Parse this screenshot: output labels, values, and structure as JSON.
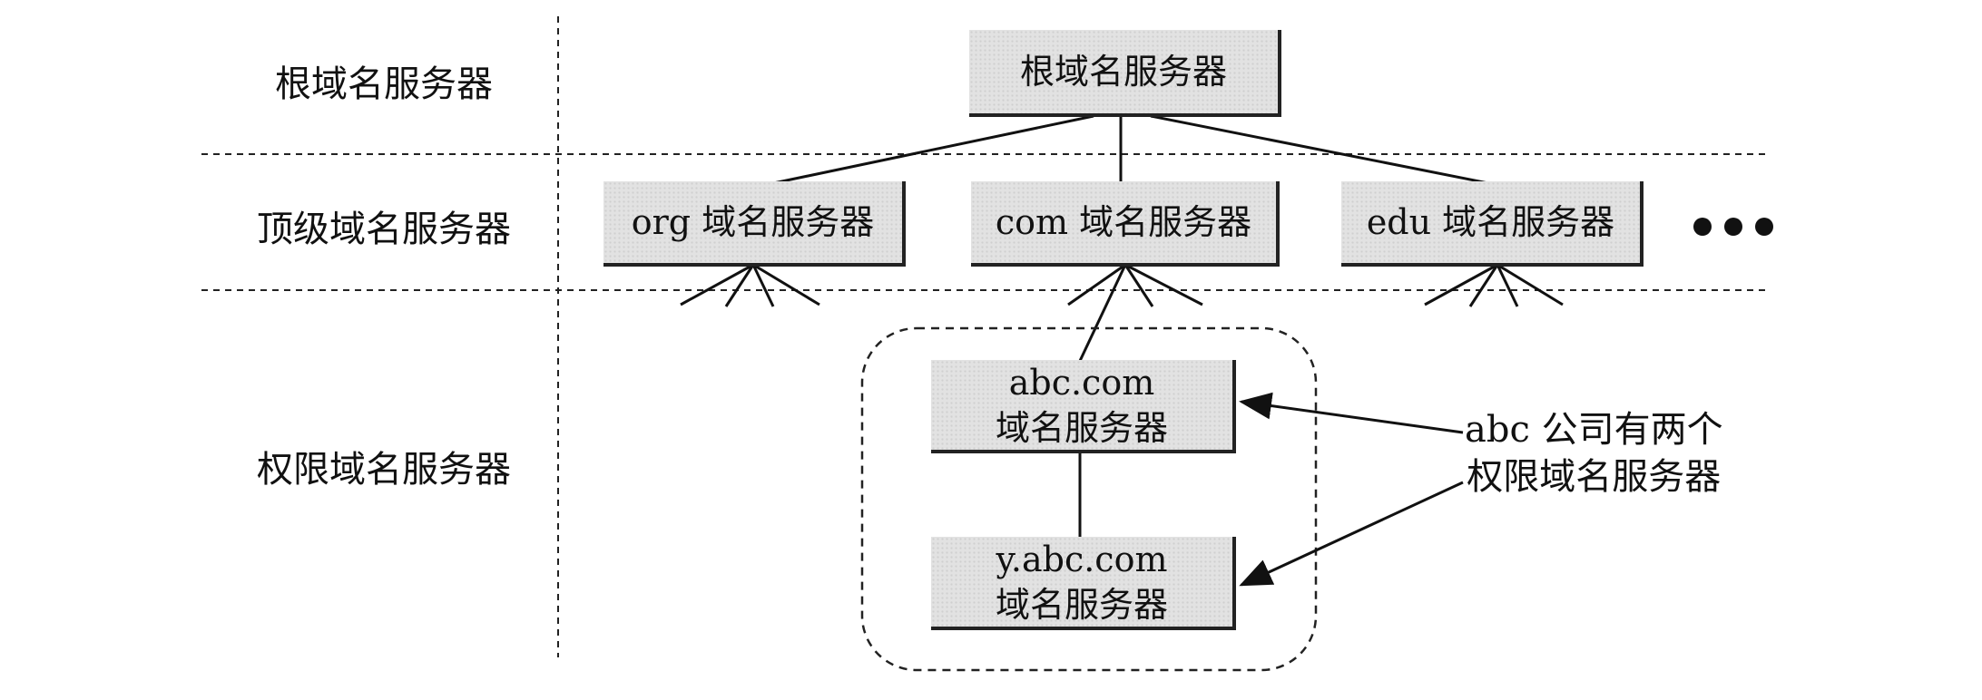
{
  "tiers": {
    "root": "根域名服务器",
    "top_level": "顶级域名服务器",
    "authoritative": "权限域名服务器"
  },
  "nodes": {
    "root_server": "根域名服务器",
    "org_server": "org 域名服务器",
    "com_server": "com 域名服务器",
    "edu_server": "edu 域名服务器",
    "abc_server": {
      "line1": "abc.com",
      "line2": "域名服务器"
    },
    "y_abc_server": {
      "line1": "y.abc.com",
      "line2": "域名服务器"
    }
  },
  "annotation": {
    "line1": "abc 公司有两个",
    "line2": "权限域名服务器"
  }
}
